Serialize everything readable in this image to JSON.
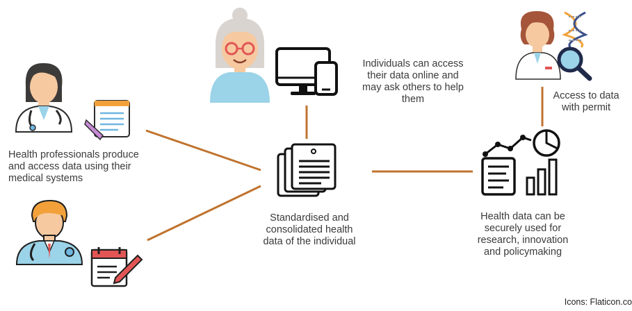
{
  "nodes": {
    "professionals_text": [
      "Health professionals produce",
      "and access data using their",
      "medical systems"
    ],
    "individuals_text": [
      "Individuals can access",
      "their data online and",
      "may ask others to help",
      "them"
    ],
    "researcher_text": [
      "Access to data",
      "with permit"
    ],
    "center_text": [
      "Standardised and",
      "consolidated health",
      "data of the individual"
    ],
    "research_use_text": [
      "Health data can be",
      "securely used for",
      "research, innovation",
      "and policymaking"
    ]
  },
  "credit": "Icons: Flaticon.co",
  "colors": {
    "connector": "#c0732e",
    "skin": "#f6c9a0",
    "hair_dark": "#3d3a3a",
    "hair_grey": "#d9d4cf",
    "coat": "#ffffff",
    "shirt_blue": "#9bd3e8",
    "outline": "#1f1f1f",
    "accent_blue": "#6fb6e0",
    "accent_orange": "#f2a13a",
    "accent_red": "#e25555"
  },
  "icons": [
    "female-doctor-icon",
    "notepad-pencil-icon",
    "elderly-woman-icon",
    "devices-icon",
    "male-doctor-icon",
    "calendar-pencil-icon",
    "documents-stack-icon",
    "researcher-icon",
    "dna-icon",
    "magnifier-icon",
    "analytics-chart-icon"
  ]
}
